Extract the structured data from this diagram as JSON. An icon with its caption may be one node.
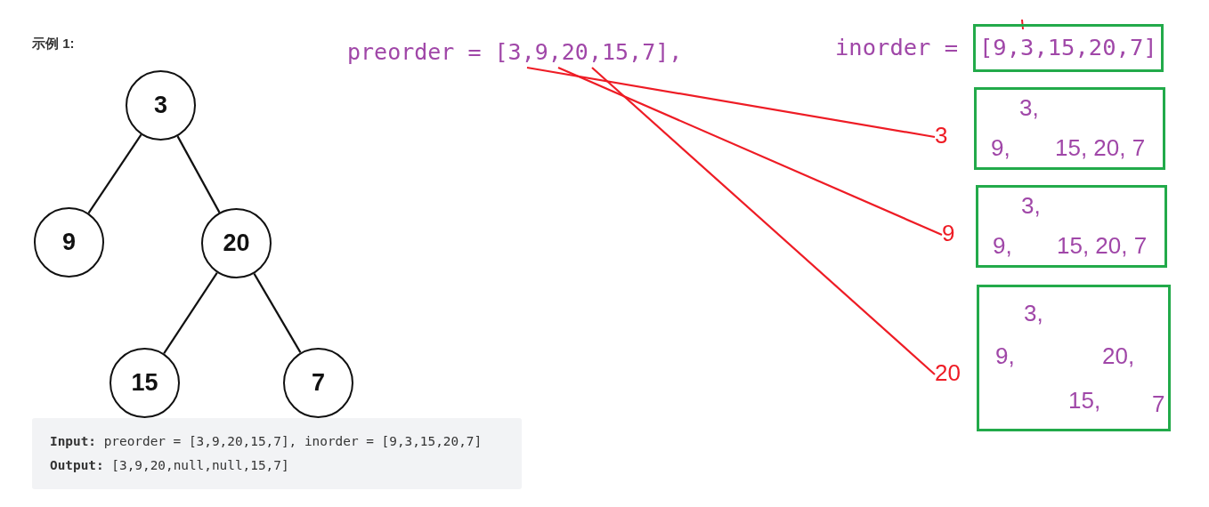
{
  "diagram": {
    "nodes": [
      {
        "text": [
          "3"
        ]
      },
      {
        "text": [
          "9"
        ]
      },
      {
        "text": [
          "20"
        ]
      },
      {
        "text": [
          "15"
        ]
      },
      {
        "text": [
          "7"
        ]
      },
      {
        "text": [
          "preorder = [3,9,20,15,7],"
        ]
      },
      {
        "text": [
          "[9,3,15,20,7]"
        ],
        "beside": [
          "inorder ="
        ]
      },
      {
        "text": [
          "3"
        ]
      },
      {
        "text": [
          "9"
        ]
      },
      {
        "text": [
          "20"
        ]
      },
      {
        "text": [
          "3,",
          "9,",
          "15, 20, 7"
        ]
      },
      {
        "text": [
          "3,",
          "9,",
          "15, 20, 7"
        ]
      },
      {
        "text": [
          "3,",
          "9,",
          "20,",
          "15,",
          "7"
        ]
      }
    ],
    "edges": [
      {
        "from": 0,
        "to": 1,
        "arrow": "none"
      },
      {
        "from": 0,
        "to": 2,
        "arrow": "none"
      },
      {
        "from": 2,
        "to": 3,
        "arrow": "none"
      },
      {
        "from": 2,
        "to": 4,
        "arrow": "none"
      },
      {
        "from": 5,
        "to": 7,
        "arrow": "none",
        "color": "#ee1c25"
      },
      {
        "from": 5,
        "to": 8,
        "arrow": "none",
        "color": "#ee1c25"
      },
      {
        "from": 5,
        "to": 9,
        "arrow": "none",
        "color": "#ee1c25"
      }
    ],
    "labels": [
      "示例 1:",
      "**Input:** preorder = [3,9,20,15,7], inorder = [9,3,15,20,7]",
      "**Output:** [3,9,20,null,null,15,7]"
    ]
  }
}
